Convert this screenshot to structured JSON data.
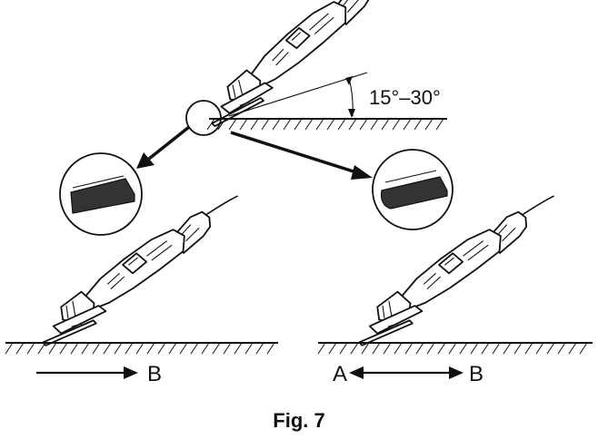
{
  "figure": {
    "angle_label": "15°–30°",
    "bottom_left": {
      "end_label": "B"
    },
    "bottom_right": {
      "start_label": "A",
      "end_label": "B"
    },
    "caption": "Fig. 7"
  }
}
